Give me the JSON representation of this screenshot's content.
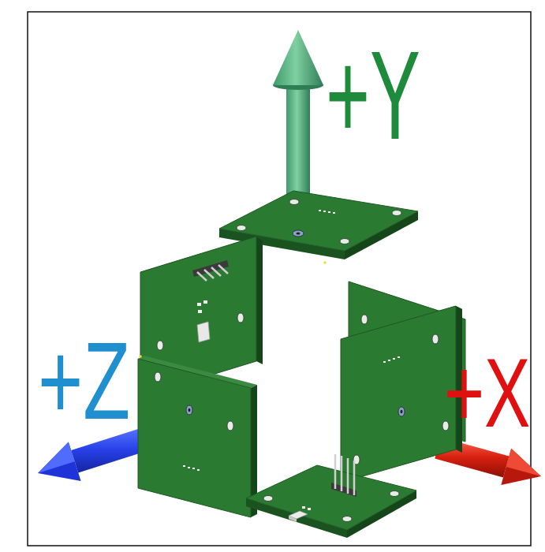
{
  "diagram": {
    "labels": [
      "+Y",
      "+Z",
      "+X"
    ]
  }
}
